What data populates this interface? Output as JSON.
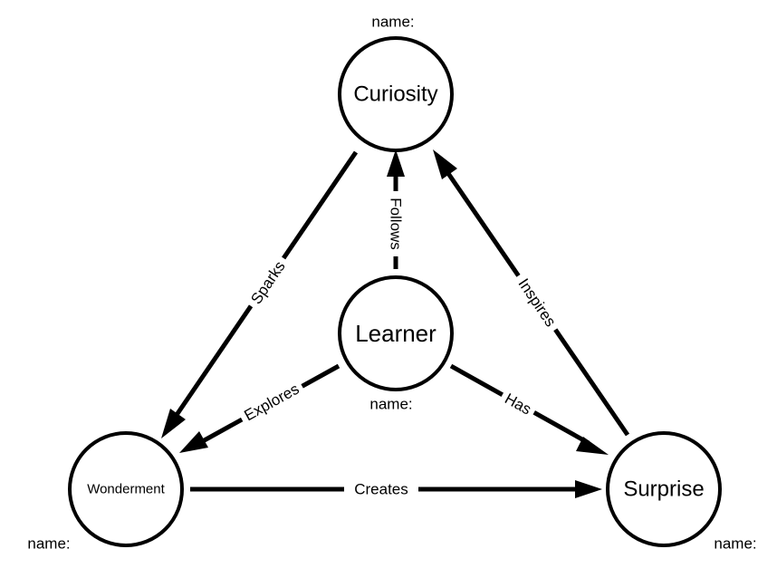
{
  "nodes": {
    "curiosity": {
      "label": "Curiosity",
      "name_label": "name:"
    },
    "learner": {
      "label": "Learner",
      "name_label": "name:"
    },
    "wonderment": {
      "label": "Wonderment",
      "name_label": "name:"
    },
    "surprise": {
      "label": "Surprise",
      "name_label": "name:"
    }
  },
  "edges": {
    "sparks": {
      "label": "Sparks"
    },
    "follows": {
      "label": "Follows"
    },
    "inspires": {
      "label": "Inspires"
    },
    "explores": {
      "label": "Explores"
    },
    "has": {
      "label": "Has"
    },
    "creates": {
      "label": "Creates"
    }
  },
  "colors": {
    "stroke": "#000000",
    "background": "#ffffff"
  }
}
